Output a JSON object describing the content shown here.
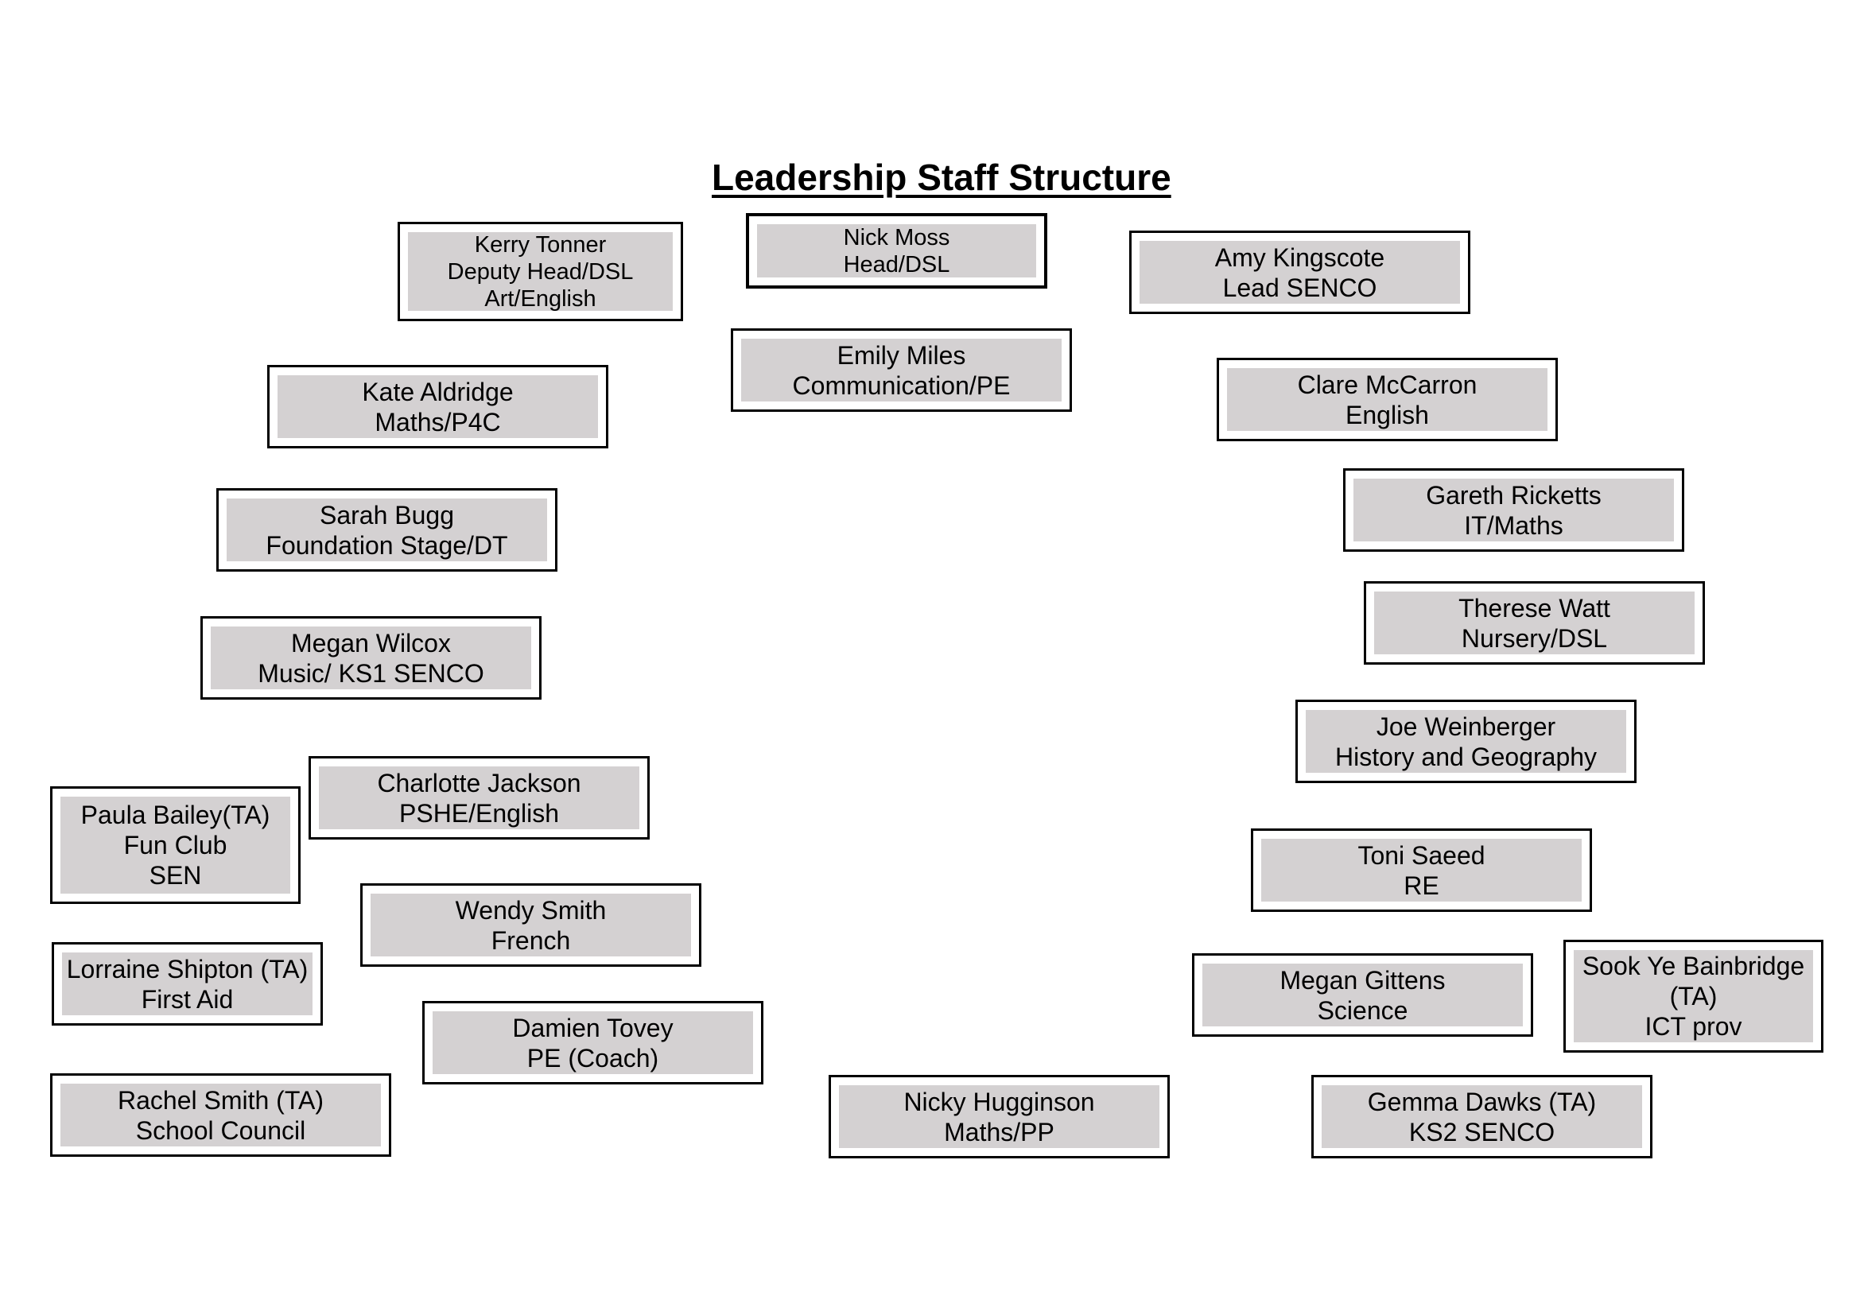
{
  "title": "Leadership Staff Structure",
  "colors": {
    "box_fill": "#d4d1d2",
    "border": "#000000",
    "background": "#ffffff"
  },
  "staff": {
    "nick_moss": [
      "Nick Moss",
      "Head/DSL"
    ],
    "kerry_tonner": [
      "Kerry Tonner",
      "Deputy Head/DSL",
      "Art/English"
    ],
    "amy_kingscote": [
      "Amy Kingscote",
      "Lead SENCO"
    ],
    "emily_miles": [
      "Emily Miles",
      "Communication/PE"
    ],
    "kate_aldridge": [
      "Kate Aldridge",
      "Maths/P4C"
    ],
    "clare_mccarron": [
      "Clare McCarron",
      "English"
    ],
    "gareth_ricketts": [
      "Gareth Ricketts",
      "IT/Maths"
    ],
    "sarah_bugg": [
      "Sarah Bugg",
      "Foundation Stage/DT"
    ],
    "therese_watt": [
      "Therese Watt",
      "Nursery/DSL"
    ],
    "megan_wilcox": [
      "Megan Wilcox",
      "Music/ KS1 SENCO"
    ],
    "joe_weinberger": [
      "Joe Weinberger",
      "History and Geography"
    ],
    "charlotte_jackson": [
      "Charlotte Jackson",
      "PSHE/English"
    ],
    "paula_bailey": [
      "Paula Bailey(TA)",
      "Fun Club",
      "SEN"
    ],
    "toni_saeed": [
      "Toni Saeed",
      "RE"
    ],
    "wendy_smith": [
      "Wendy Smith",
      "French"
    ],
    "lorraine_shipton": [
      "Lorraine Shipton (TA)",
      "First Aid"
    ],
    "megan_gittens": [
      "Megan Gittens",
      "Science"
    ],
    "sook_ye_bainbridge": [
      "Sook Ye Bainbridge",
      "(TA)",
      "ICT prov"
    ],
    "damien_tovey": [
      "Damien Tovey",
      "PE (Coach)"
    ],
    "rachel_smith": [
      "Rachel Smith (TA)",
      "School Council"
    ],
    "nicky_hugginson": [
      "Nicky Hugginson",
      "Maths/PP"
    ],
    "gemma_dawks": [
      "Gemma Dawks (TA)",
      "KS2 SENCO"
    ]
  }
}
